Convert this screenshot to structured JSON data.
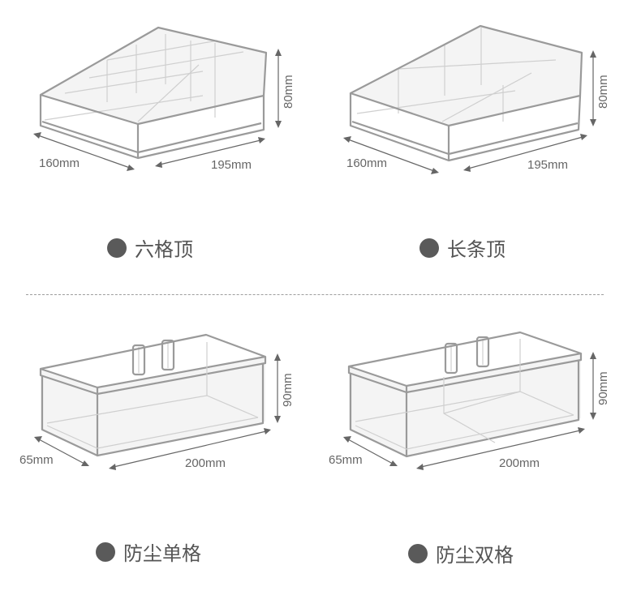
{
  "products": [
    {
      "name": "六格顶",
      "dims": {
        "depth": "160mm",
        "width": "195mm",
        "height": "80mm"
      }
    },
    {
      "name": "长条顶",
      "dims": {
        "depth": "160mm",
        "width": "195mm",
        "height": "80mm"
      }
    },
    {
      "name": "防尘单格",
      "dims": {
        "depth": "65mm",
        "width": "200mm",
        "height": "90mm"
      }
    },
    {
      "name": "防尘双格",
      "dims": {
        "depth": "65mm",
        "width": "200mm",
        "height": "90mm"
      }
    }
  ],
  "colors": {
    "box_outline": "#9a9a9a",
    "dimension": "#666666",
    "bullet": "#5a5a5a"
  }
}
